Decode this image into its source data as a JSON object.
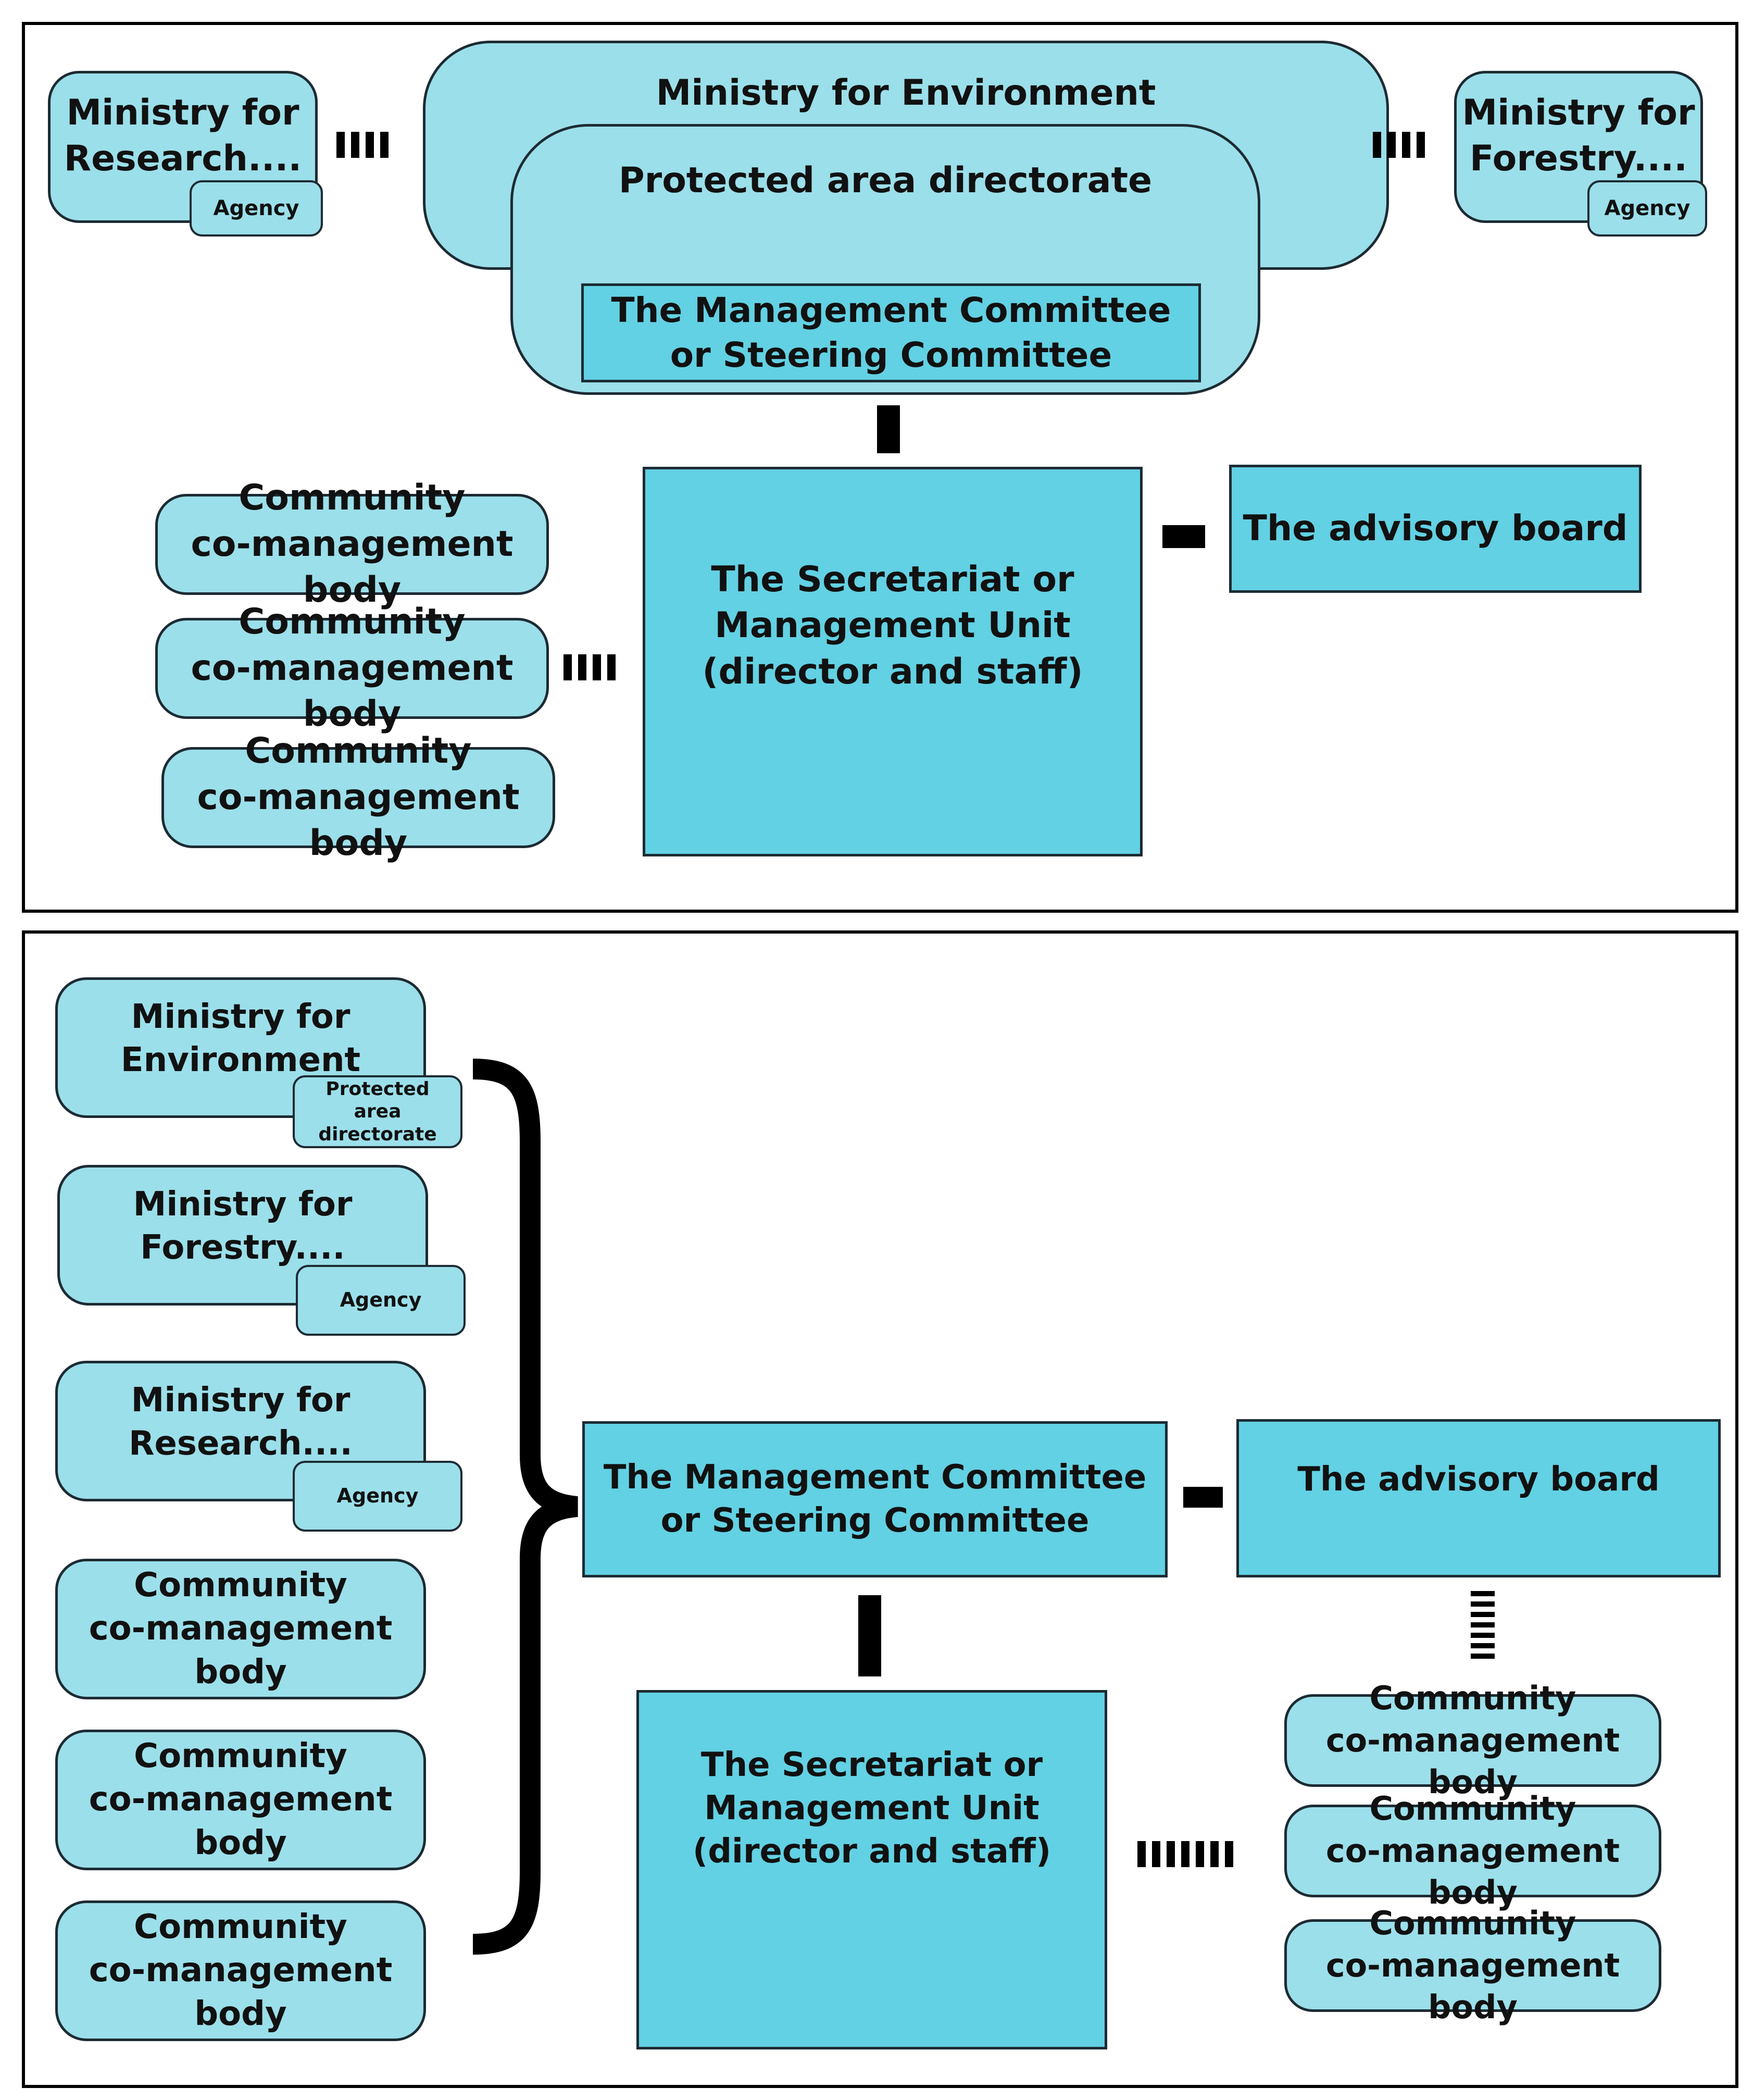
{
  "top": {
    "ministry_environment": "Ministry for Environment",
    "protected_area_directorate": "Protected area directorate",
    "management_committee": "The Management Committee\nor Steering Committee",
    "ministry_research": "Ministry for\nResearch....",
    "ministry_research_tag": "Agency",
    "ministry_forestry": "Ministry for\nForestry....",
    "ministry_forestry_tag": "Agency",
    "secretariat": "The Secretariat or\nManagement Unit\n(director and staff)",
    "advisory_board": "The advisory board",
    "community_bodies": [
      "Community\nco-management body",
      "Community\nco-management body",
      "Community\nco-management body"
    ]
  },
  "bottom": {
    "ministry_environment": "Ministry for\nEnvironment",
    "ministry_environment_tag": "Protected\narea directorate",
    "ministry_forestry": "Ministry for\nForestry....",
    "ministry_forestry_tag": "Agency",
    "ministry_research": "Ministry for\nResearch....",
    "ministry_research_tag": "Agency",
    "left_community_bodies": [
      "Community\nco-management body",
      "Community\nco-management body",
      "Community\nco-management body"
    ],
    "management_committee": "The Management Committee\nor Steering Committee",
    "advisory_board": "The advisory board",
    "secretariat": "The Secretariat or\nManagement Unit\n(director and staff)",
    "right_community_bodies": [
      "Community\nco-management body",
      "Community\nco-management body",
      "Community\nco-management body"
    ]
  },
  "colors": {
    "light_fill": "#9bdfea",
    "dark_fill": "#62d1e3",
    "border": "#1d2b33"
  }
}
